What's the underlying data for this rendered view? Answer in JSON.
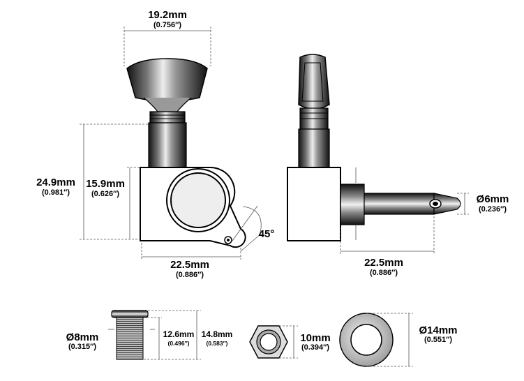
{
  "dimensions": {
    "top_width": {
      "mm": "19.2mm",
      "inch": "(0.756″)"
    },
    "total_height": {
      "mm": "24.9mm",
      "inch": "(0.981″)"
    },
    "body_height": {
      "mm": "15.9mm",
      "inch": "(0.626″)"
    },
    "base_width_front": {
      "mm": "22.5mm",
      "inch": "(0.886″)"
    },
    "angle": "45°",
    "shaft_diameter": {
      "mm": "Ø6mm",
      "inch": "(0.236″)"
    },
    "base_width_side": {
      "mm": "22.5mm",
      "inch": "(0.886″)"
    },
    "bushing_diameter": {
      "mm": "Ø8mm",
      "inch": "(0.315″)"
    },
    "bushing_len_short": {
      "mm": "12.6mm",
      "inch": "(0.496″)"
    },
    "bushing_len_long": {
      "mm": "14.8mm",
      "inch": "(0.583″)"
    },
    "hex_nut": {
      "mm": "10mm",
      "inch": "(0.394″)"
    },
    "washer": {
      "mm": "Ø14mm",
      "inch": "(0.551″)"
    }
  },
  "colors": {
    "line": "#000000",
    "dim": "#555555",
    "metal_dark": "#1a1a1a",
    "metal_light": "#d8d8d8"
  }
}
